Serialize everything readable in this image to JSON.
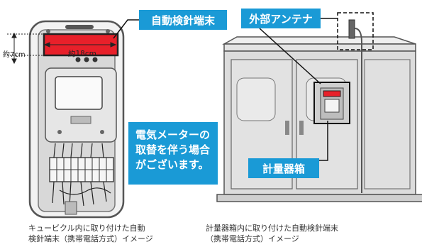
{
  "labels": {
    "terminal": "自動検針端末",
    "antenna": "外部アンテナ",
    "meter_box": "計量器箱"
  },
  "callout": {
    "line1": "電気メーターの",
    "line2": "取替を伴う場合",
    "line3": "がございます。"
  },
  "dimensions": {
    "width": "約18cm",
    "height": "約7cm"
  },
  "captions": {
    "left_line1": "キュービクル内に取り付けた自動",
    "left_line2": "検針端末（携帯電話方式）イメージ",
    "right_line1": "計量器箱内に取り付けた自動検針端末",
    "right_line2": "（携帯電話方式）イメージ"
  },
  "colors": {
    "label_bg": "#1a9ad6",
    "terminal_red": "#e8202a",
    "cabinet_fill": "#dcdcdc"
  }
}
